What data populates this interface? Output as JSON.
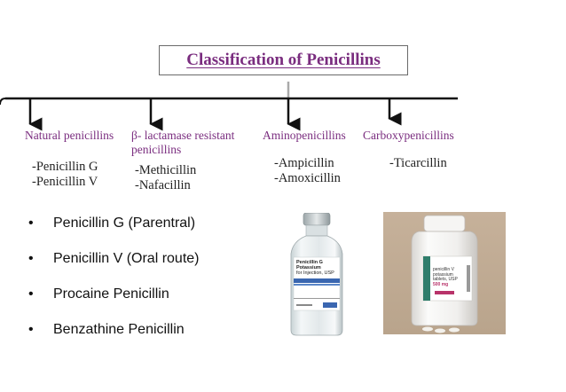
{
  "title": "Classification of Penicillins",
  "categories": [
    {
      "label_lines": [
        "Natural penicillins"
      ],
      "drugs": [
        "-Penicillin G",
        "-Penicillin V"
      ]
    },
    {
      "label_lines": [
        "β- lactamase resistant",
        "penicillins"
      ],
      "drugs": [
        "-Methicillin",
        "-Nafacillin"
      ]
    },
    {
      "label_lines": [
        "Aminopenicillins"
      ],
      "drugs": [
        "-Ampicillin",
        "-Amoxicillin"
      ]
    },
    {
      "label_lines": [
        "Carboxypenicillins"
      ],
      "drugs": [
        "-Ticarcillin"
      ]
    }
  ],
  "bullets": [
    "Penicillin G (Parentral)",
    "Penicillin V (Oral route)",
    "Procaine Penicillin",
    "Benzathine Penicillin"
  ],
  "photos": {
    "vial": {
      "label_lines": [
        "Penicillin G",
        "Potassium",
        "for Injection, USP"
      ]
    },
    "bottle": {
      "label_lines": [
        "penicillin V",
        "potassium",
        "tablets, USP",
        "500 mg"
      ]
    }
  },
  "colors": {
    "category_text": "#7a2d7f",
    "title_text": "#7a2d7f",
    "arrows": "#111111"
  }
}
